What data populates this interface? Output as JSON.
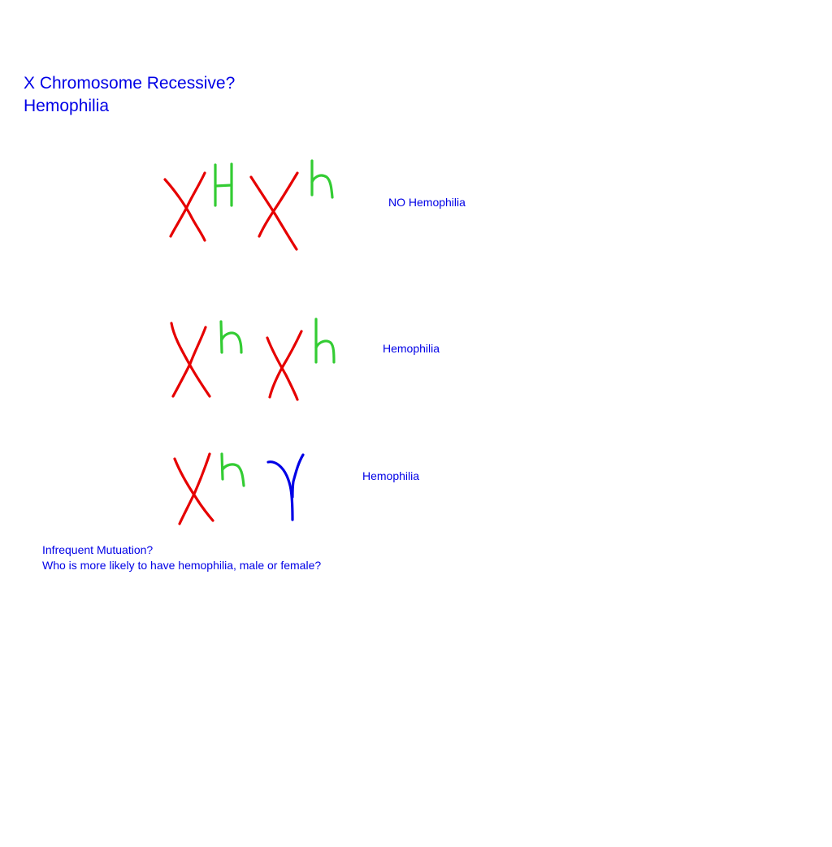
{
  "title": {
    "line1": "X Chromosome Recessive?",
    "line2": "Hemophilia"
  },
  "rows": [
    {
      "genotype": [
        "X",
        "H",
        "X",
        "h"
      ],
      "label": "NO Hemophilia"
    },
    {
      "genotype": [
        "X",
        "h",
        "X",
        "h"
      ],
      "label": "Hemophilia"
    },
    {
      "genotype": [
        "X",
        "h",
        "Y"
      ],
      "label": "Hemophilia"
    }
  ],
  "notes": {
    "line1": "Infrequent Mutuation?",
    "line2": "Who is more likely to have hemophilia, male or female?"
  },
  "colors": {
    "text": "#0000e6",
    "chromosome_x": "#e60000",
    "allele": "#33cc33",
    "chromosome_y": "#0000e6"
  }
}
